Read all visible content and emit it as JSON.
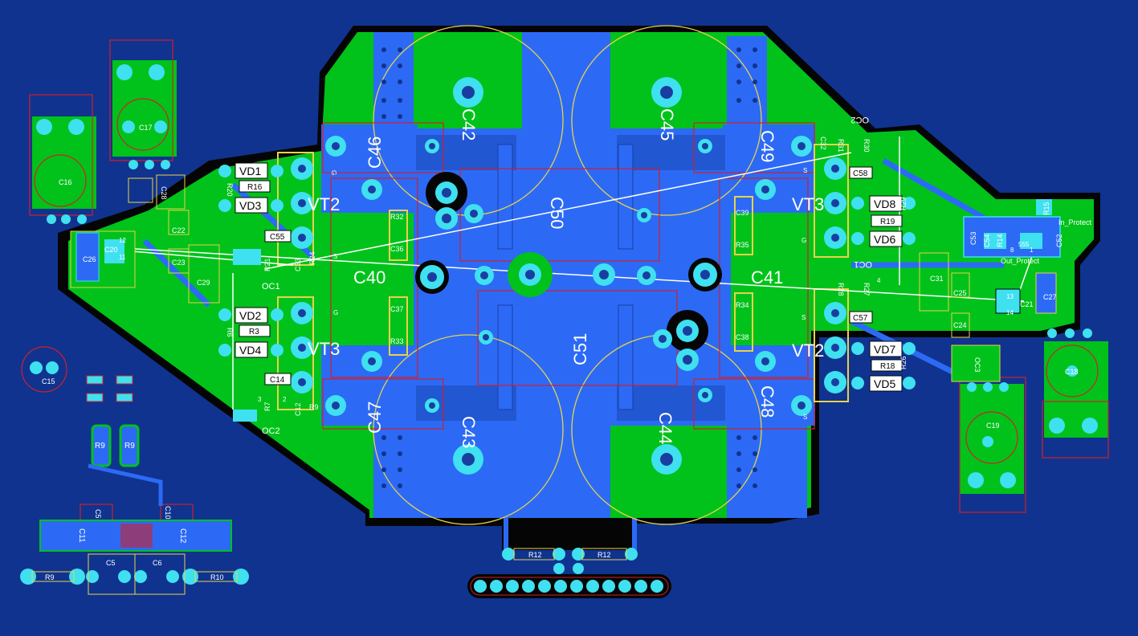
{
  "colors": {
    "background": "#10338f",
    "copper_top": "#00c21a",
    "copper_bottom": "#2c6af6",
    "pad": "#3fe0f0",
    "pad_hole": "#1a3ea0",
    "outline_red": "#d0202a",
    "outline_yellow": "#e8d34a",
    "silk_white": "#ffffff",
    "solder_black": "#050505"
  },
  "labels": {
    "C42": "C42",
    "C45": "C45",
    "C46": "C46",
    "C49": "C49",
    "C50": "C50",
    "C51": "C51",
    "C43": "C43",
    "C44": "C44",
    "C47": "C47",
    "C48": "C48",
    "C40": "C40",
    "C41": "C41",
    "VT2_left": "VT2",
    "VT3_left": "VT3",
    "VT3_right": "VT3",
    "VT2_right": "VT2",
    "VD1": "VD1",
    "VD3": "VD3",
    "VD2": "VD2",
    "VD4": "VD4",
    "VD8": "VD8",
    "VD6": "VD6",
    "VD7": "VD7",
    "VD5": "VD5",
    "R16": "R16",
    "R3": "R3",
    "R19": "R19",
    "R18": "R18",
    "R20": "R20",
    "R6": "R6",
    "R29": "R29",
    "R26": "R26",
    "R32": "R32",
    "R33": "R33",
    "R35": "R35",
    "R34": "R34",
    "C36": "C36",
    "C37": "C37",
    "C39": "C39",
    "C38": "C38",
    "C55": "C55",
    "C14": "C14",
    "C58": "C58",
    "C57": "C57",
    "OC1_left": "OC1",
    "OC2_left": "OC2",
    "OC2_right": "OC2",
    "OC1_right": "OC1",
    "R21": "R21",
    "R24": "R24",
    "R7": "R7",
    "R9_small": "R9",
    "C32": "C32",
    "C12": "C12",
    "R31": "R31",
    "R30": "R30",
    "R28": "R28",
    "R27": "R27",
    "C33": "C33",
    "C26": "C26",
    "C20": "C20",
    "C22": "C22",
    "C23": "C23",
    "C28": "C28",
    "C29": "C29",
    "C16": "C16",
    "C17": "C17",
    "C15": "C15",
    "C18": "C18",
    "C19": "C19",
    "C21": "C21",
    "C27": "C27",
    "C31": "C31",
    "C25": "C25",
    "C24": "C24",
    "OC3": "OC3",
    "C53": "C53",
    "C54": "C54",
    "C52": "C52",
    "R14": "R14",
    "R15": "R15",
    "In_Protect": "In_Protect",
    "Out_Protect": "Out_Protect",
    "R9_a": "R9",
    "R9_b": "R9",
    "C5_a": "C5",
    "C10": "C10",
    "C11": "C11",
    "C12_b": "C12",
    "R9_c": "R9",
    "C5_b": "C5",
    "C6": "C6",
    "R10": "R10",
    "R12_a": "R12",
    "R12_b": "R12",
    "pin_G": "G",
    "pin_S": "S",
    "n1": "1",
    "n2": "2",
    "n3": "3",
    "n4": "4",
    "n8": "8",
    "n11": "11",
    "n12": "12",
    "n13": "13",
    "n14": "14",
    "n555": "555"
  }
}
